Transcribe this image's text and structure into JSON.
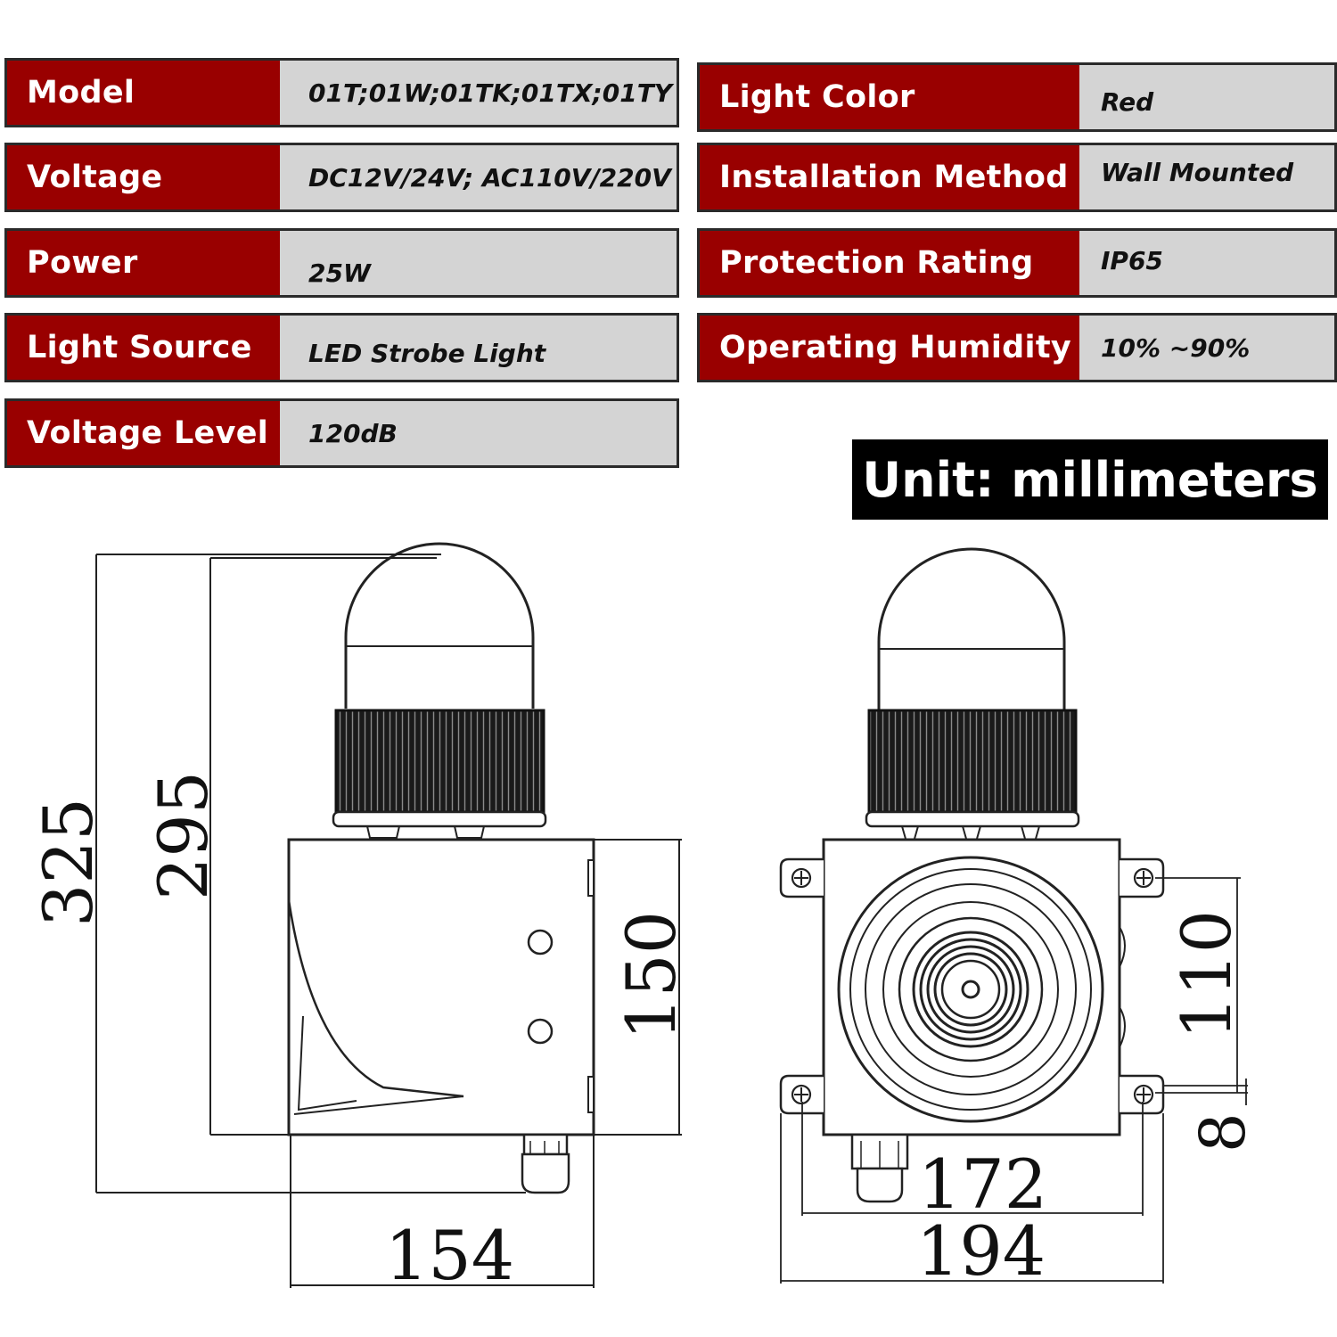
{
  "specs_left": [
    {
      "label": "Model",
      "value": "01T;01W;01TK;01TX;01TY"
    },
    {
      "label": "Voltage",
      "value": "DC12V/24V; AC110V/220V"
    },
    {
      "label": "Power",
      "value": "25W"
    },
    {
      "label": "Light Source",
      "value": "LED Strobe Light"
    },
    {
      "label": "Voltage Level",
      "value": "120dB"
    }
  ],
  "specs_right": [
    {
      "label": "Light Color",
      "value": "Red"
    },
    {
      "label": "Installation Method",
      "value": "Wall Mounted"
    },
    {
      "label": "Protection Rating",
      "value": "IP65"
    },
    {
      "label": "Operating Humidity",
      "value": "10% ~90%"
    }
  ],
  "unit_label": "Unit: millimeters",
  "dimensions": {
    "total_height": "325",
    "body_height": "295",
    "box_height": "150",
    "side_depth": "154",
    "mount_hole_spacing_v": "110",
    "mount_hole_offset": "8",
    "mount_hole_spacing_h": "172",
    "total_width": "194"
  },
  "colors": {
    "label_bg": "#990000",
    "value_bg": "#d4d4d4",
    "unit_bg": "#000000"
  }
}
